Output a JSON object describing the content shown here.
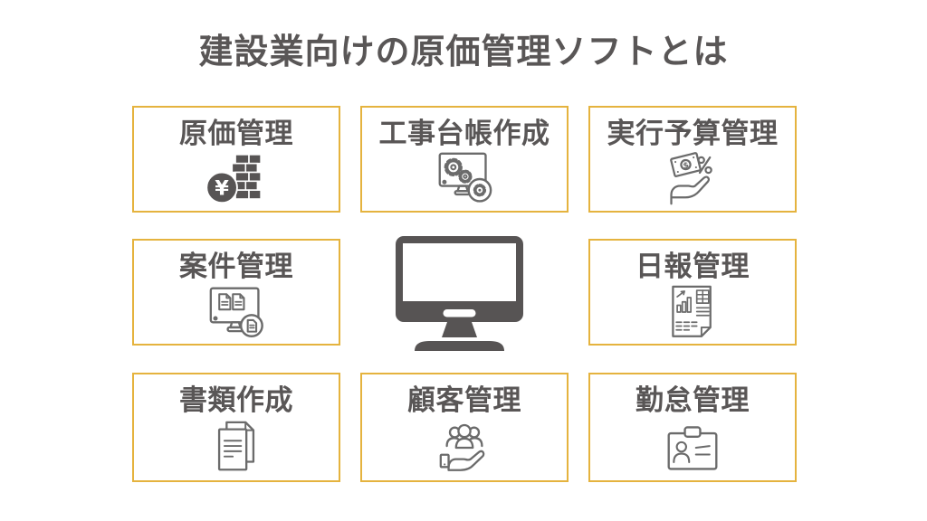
{
  "title": "建設業向けの原価管理ソフトとは",
  "colors": {
    "accent_border": "#E5B33E",
    "heading_text": "#595656",
    "icon_outline": "#6B6B6B",
    "icon_fill": "#575454",
    "background": "#FFFFFF"
  },
  "boxes": [
    {
      "label": "原価管理",
      "icon": "yen-coins-icon"
    },
    {
      "label": "工事台帳作成",
      "icon": "monitor-gears-icon"
    },
    {
      "label": "実行予算管理",
      "icon": "hand-money-percent-icon"
    },
    {
      "label": "案件管理",
      "icon": "monitor-documents-icon"
    },
    {
      "label": "日報管理",
      "icon": "daily-report-icon"
    },
    {
      "label": "書類作成",
      "icon": "documents-icon"
    },
    {
      "label": "顧客管理",
      "icon": "hand-people-icon"
    },
    {
      "label": "勤怠管理",
      "icon": "id-card-icon"
    }
  ],
  "center": {
    "icon": "desktop-monitor-icon",
    "symbols": {
      "currency": "¥",
      "dollar": "$"
    }
  }
}
